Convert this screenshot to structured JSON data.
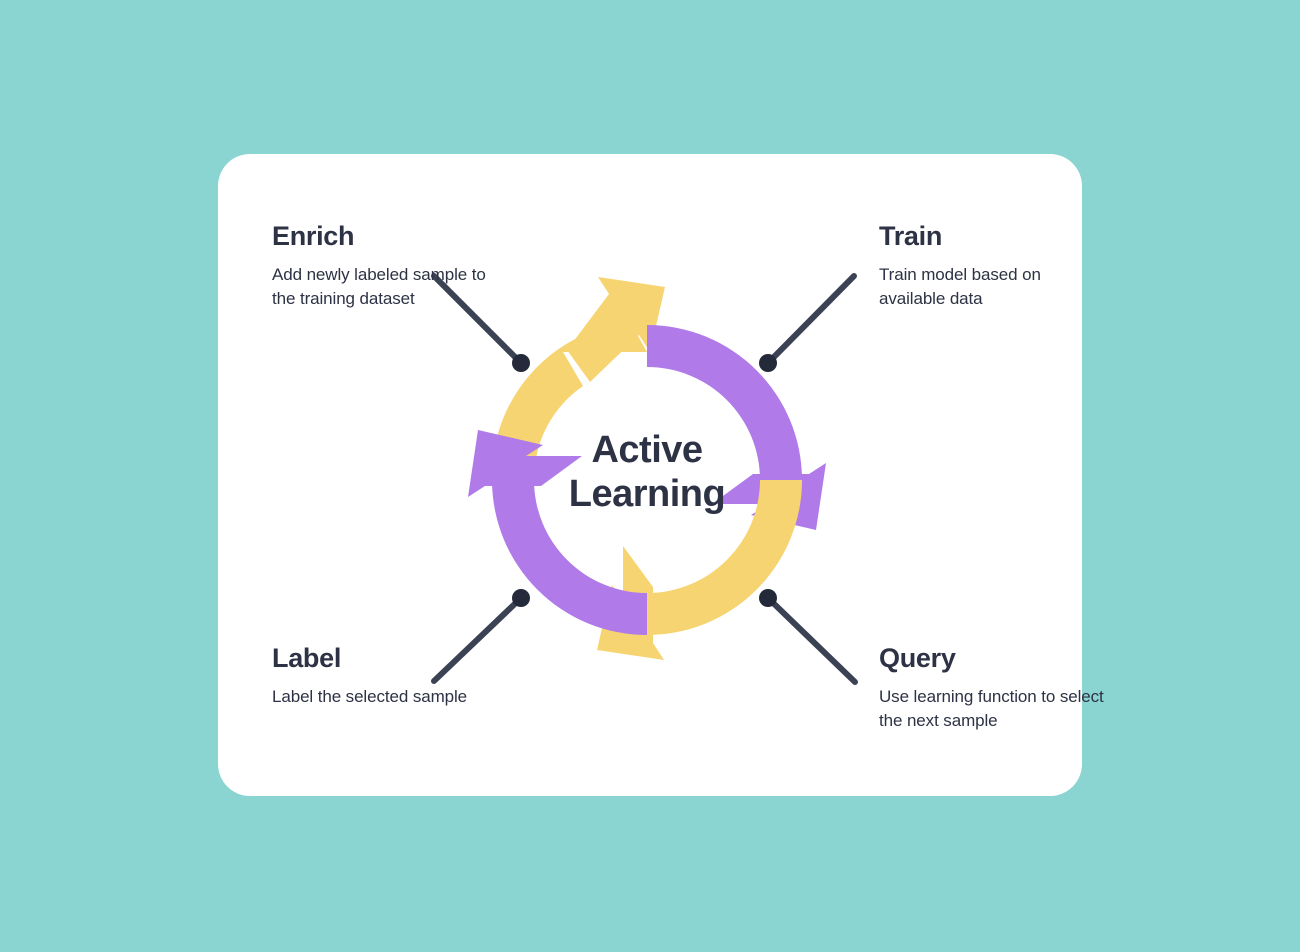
{
  "canvas": {
    "background_color": "#8ad4d2",
    "card_color": "#ffffff"
  },
  "palette": {
    "yellow": "#f7d472",
    "purple": "#b07be8",
    "ink": "#2d3244",
    "teal": "#8ad4d2"
  },
  "center": {
    "line1": "Active",
    "line2": "Learning"
  },
  "nodes": [
    {
      "id": "enrich",
      "title": "Enrich",
      "desc": "Add newly labeled sample to the training dataset",
      "arrow_color": "#f7d472",
      "position": "top-left"
    },
    {
      "id": "train",
      "title": "Train",
      "desc": "Train model based on available data",
      "arrow_color": "#b07be8",
      "position": "top-right"
    },
    {
      "id": "label",
      "title": "Label",
      "desc": "Label the selected sample",
      "arrow_color": "#b07be8",
      "position": "bottom-left"
    },
    {
      "id": "query",
      "title": "Query",
      "desc": "Use learning function to select the next sample",
      "arrow_color": "#f7d472",
      "position": "bottom-right"
    }
  ],
  "chart_data": {
    "type": "diagram",
    "title": "Active Learning",
    "cycle_direction": "clockwise",
    "steps": [
      "Enrich",
      "Train",
      "Query",
      "Label"
    ],
    "step_descriptions": [
      "Add newly labeled sample to the training dataset",
      "Train model based on available data",
      "Use learning function to select the next sample",
      "Label the selected sample"
    ],
    "segment_colors": [
      "#f7d472",
      "#b07be8",
      "#f7d472",
      "#b07be8"
    ],
    "legend": "none",
    "grid": false
  }
}
